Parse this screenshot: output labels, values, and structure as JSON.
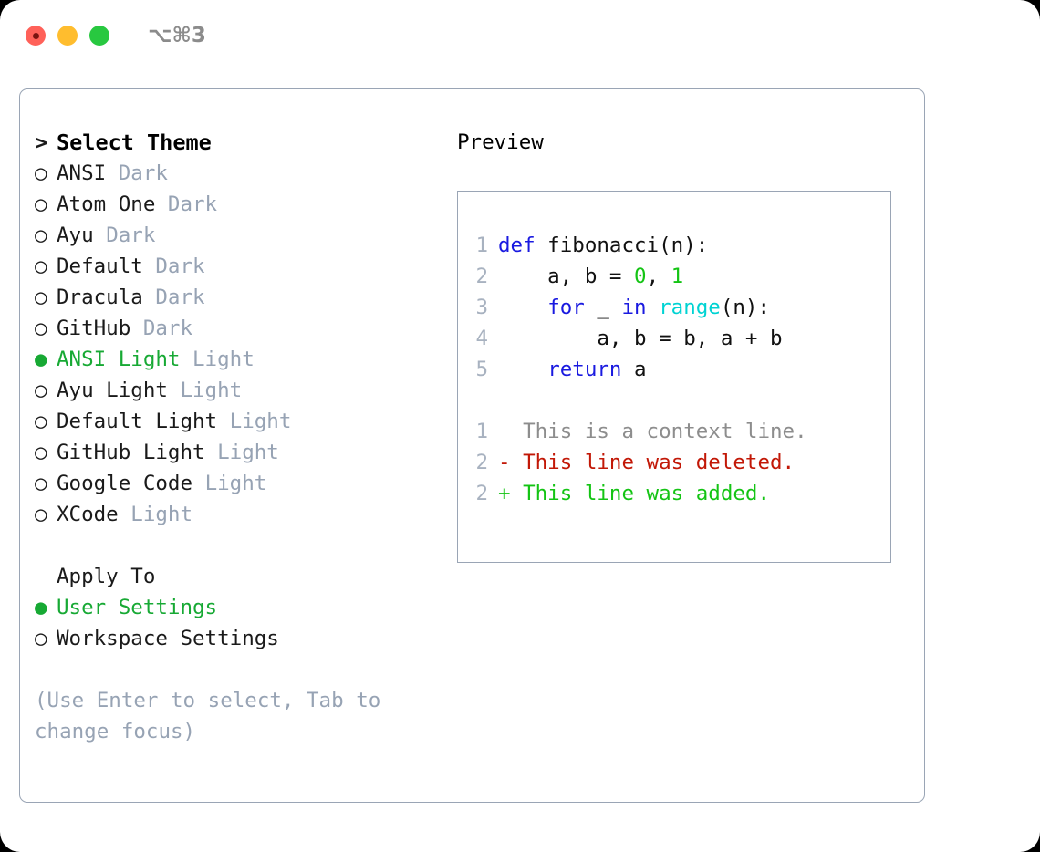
{
  "titlebar": {
    "shortcut": "⌥⌘3",
    "buttons": {
      "close": "close",
      "minimize": "minimize",
      "maximize": "maximize"
    }
  },
  "theme_picker": {
    "header": {
      "prefix": ">",
      "title": "Select Theme"
    },
    "markers": {
      "selected": "●",
      "unselected": "○"
    },
    "items": [
      {
        "marker": "○",
        "label": "ANSI",
        "tag": "Dark",
        "selected": false
      },
      {
        "marker": "○",
        "label": "Atom One",
        "tag": "Dark",
        "selected": false
      },
      {
        "marker": "○",
        "label": "Ayu",
        "tag": "Dark",
        "selected": false
      },
      {
        "marker": "○",
        "label": "Default",
        "tag": "Dark",
        "selected": false
      },
      {
        "marker": "○",
        "label": "Dracula",
        "tag": "Dark",
        "selected": false
      },
      {
        "marker": "○",
        "label": "GitHub",
        "tag": "Dark",
        "selected": false
      },
      {
        "marker": "●",
        "label": "ANSI Light",
        "tag": "Light",
        "selected": true
      },
      {
        "marker": "○",
        "label": "Ayu Light",
        "tag": "Light",
        "selected": false
      },
      {
        "marker": "○",
        "label": "Default Light",
        "tag": "Light",
        "selected": false
      },
      {
        "marker": "○",
        "label": "GitHub Light",
        "tag": "Light",
        "selected": false
      },
      {
        "marker": "○",
        "label": "Google Code",
        "tag": "Light",
        "selected": false
      },
      {
        "marker": "○",
        "label": "XCode",
        "tag": "Light",
        "selected": false
      }
    ]
  },
  "apply_to": {
    "header": "Apply To",
    "options": [
      {
        "marker": "●",
        "label": "User Settings",
        "selected": true
      },
      {
        "marker": "○",
        "label": "Workspace Settings",
        "selected": false
      }
    ]
  },
  "hint": "(Use Enter to select, Tab to change focus)",
  "preview": {
    "title": "Preview",
    "code_lines": [
      {
        "num": "1",
        "tokens": [
          {
            "t": "def",
            "c": "kw"
          },
          {
            "t": " fibonacci(n):",
            "c": "plain"
          }
        ]
      },
      {
        "num": "2",
        "tokens": [
          {
            "t": "    a, b = ",
            "c": "plain"
          },
          {
            "t": "0",
            "c": "num"
          },
          {
            "t": ", ",
            "c": "plain"
          },
          {
            "t": "1",
            "c": "num"
          }
        ]
      },
      {
        "num": "3",
        "tokens": [
          {
            "t": "    ",
            "c": "plain"
          },
          {
            "t": "for",
            "c": "kw"
          },
          {
            "t": " _ ",
            "c": "plain"
          },
          {
            "t": "in",
            "c": "kw"
          },
          {
            "t": " ",
            "c": "plain"
          },
          {
            "t": "range",
            "c": "fn"
          },
          {
            "t": "(n):",
            "c": "plain"
          }
        ]
      },
      {
        "num": "4",
        "tokens": [
          {
            "t": "        a, b = b, a + b",
            "c": "plain"
          }
        ]
      },
      {
        "num": "5",
        "tokens": [
          {
            "t": "    ",
            "c": "plain"
          },
          {
            "t": "return",
            "c": "kw"
          },
          {
            "t": " a",
            "c": "plain"
          }
        ]
      }
    ],
    "diff_lines": [
      {
        "num": "1",
        "text": "  This is a context line.",
        "kind": "ctx"
      },
      {
        "num": "2",
        "text": "- This line was deleted.",
        "kind": "del"
      },
      {
        "num": "2",
        "text": "+ This line was added.",
        "kind": "add"
      }
    ]
  },
  "colors": {
    "accent_green": "#17a934",
    "muted_blue_gray": "#97a3b4",
    "border": "#9aa5b5",
    "keyword_blue": "#1a1ae0",
    "function_cyan": "#00d3d3",
    "number_green": "#14c414",
    "diff_red": "#c21807",
    "diff_green": "#14c414",
    "traffic_red": "#ff6159",
    "traffic_yellow": "#ffbd2e",
    "traffic_green": "#28c840"
  }
}
